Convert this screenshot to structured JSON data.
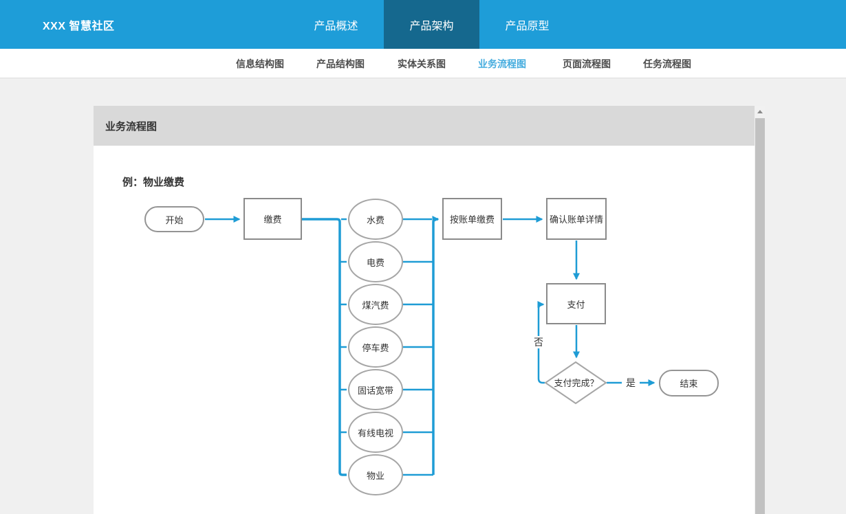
{
  "header": {
    "brand": "XXX 智慧社区",
    "tabs": [
      {
        "label": "产品概述",
        "active": false
      },
      {
        "label": "产品架构",
        "active": true
      },
      {
        "label": "产品原型",
        "active": false
      }
    ]
  },
  "subnav": {
    "items": [
      {
        "label": "信息结构图",
        "active": false
      },
      {
        "label": "产品结构图",
        "active": false
      },
      {
        "label": "实体关系图",
        "active": false
      },
      {
        "label": "业务流程图",
        "active": true
      },
      {
        "label": "页面流程图",
        "active": false
      },
      {
        "label": "任务流程图",
        "active": false
      }
    ]
  },
  "panel": {
    "title": "业务流程图"
  },
  "diagram": {
    "caption": "例：物业缴费",
    "nodes": {
      "start": "开始",
      "pay": "缴费",
      "fees": [
        "水费",
        "电费",
        "煤汽费",
        "停车费",
        "固话宽带",
        "有线电视",
        "物业"
      ],
      "bill_pay": "按账单缴费",
      "confirm": "确认账单详情",
      "payment": "支付",
      "decision": "支付完成？",
      "end": "结束"
    },
    "edge_labels": {
      "no": "否",
      "yes": "是"
    }
  },
  "icons": {
    "scroll_up": "scroll-up-icon"
  },
  "colors": {
    "header_bg": "#1E9DD8",
    "active_tab_bg": "#15688E",
    "subnav_active_text": "#45ACDE",
    "flow_line": "#1E9CD5",
    "panel_header_bg": "#D9D9D9",
    "node_border_gray": "#A6A6A6",
    "page_bg": "#F0F0F0"
  }
}
